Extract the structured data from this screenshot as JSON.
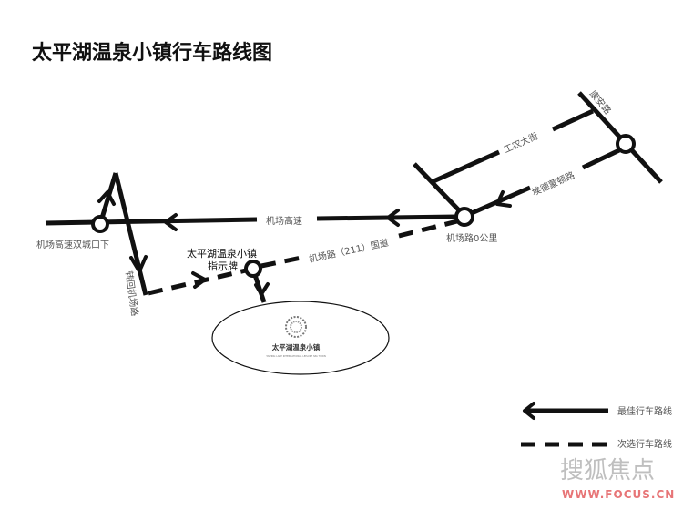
{
  "title": "太平湖温泉小镇行车路线图",
  "roads": {
    "airport_expressway": "机场高速",
    "airport_exit": "机场高速双城口下",
    "return_airport_road": "转回机场路",
    "sign_line1": "太平湖温泉小镇",
    "sign_line2": "指示牌",
    "airport_road_211": "机场路（211）国道",
    "airport_road_0km": "机场路0公里",
    "gongnong_street": "工农大街",
    "kangan_road": "康安路",
    "edmonton_road": "埃德蒙顿路"
  },
  "destination": {
    "name": "太平湖温泉小镇",
    "subtitle": "TAIPING LAKE INTERNATIONAL LEISURE SPA TOWN"
  },
  "legend": {
    "best_route": "最佳行车路线",
    "alt_route": "次选行车路线"
  },
  "watermark": {
    "brand": "搜狐焦点",
    "url": "WWW.FOCUS.CN",
    "color": "#e0484a"
  }
}
